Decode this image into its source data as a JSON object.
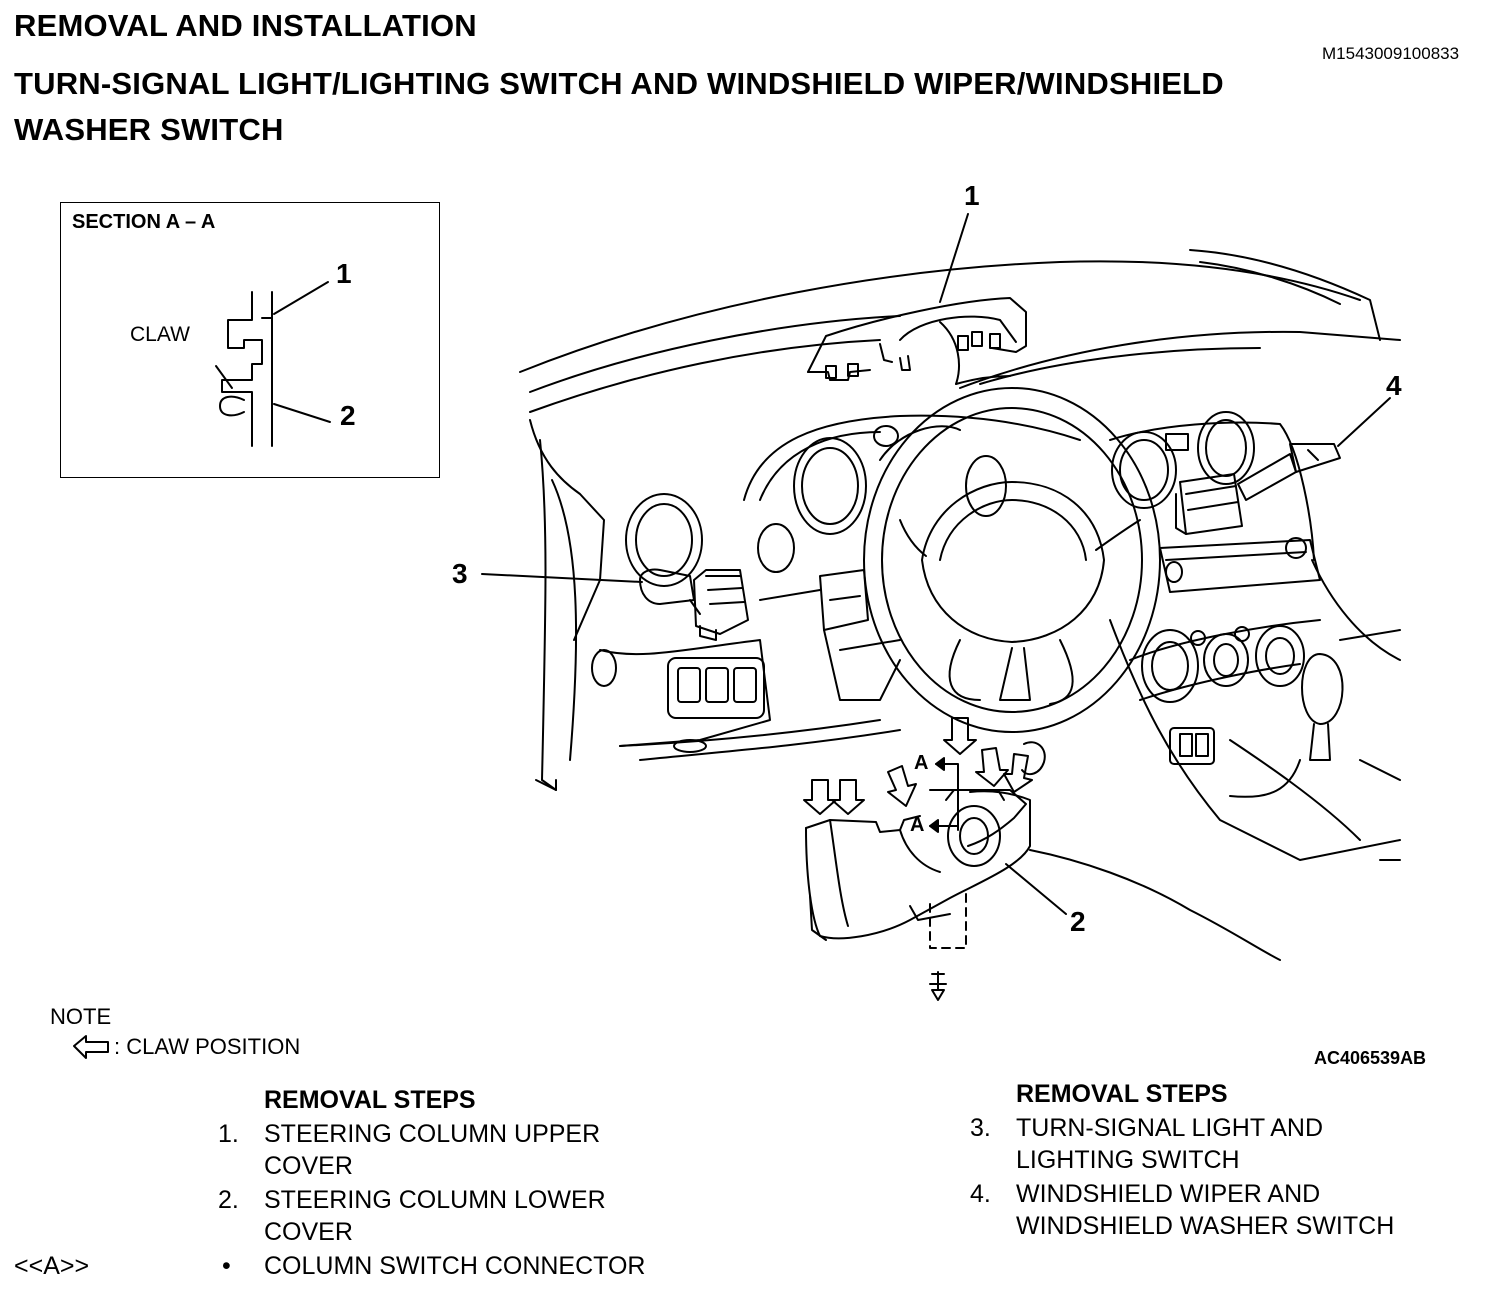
{
  "header": {
    "section_title": "REMOVAL AND INSTALLATION",
    "doc_code": "M1543009100833",
    "title_line1": "TURN-SIGNAL LIGHT/LIGHTING SWITCH AND WINDSHIELD WIPER/WINDSHIELD",
    "title_line2": "WASHER SWITCH"
  },
  "inset": {
    "title": "SECTION A – A",
    "claw_label": "CLAW",
    "callout_1": "1",
    "callout_2": "2"
  },
  "diagram": {
    "callout_1": "1",
    "callout_2": "2",
    "callout_3": "3",
    "callout_4": "4",
    "section_mark_1": "A",
    "section_mark_2": "A",
    "figure_code": "AC406539AB"
  },
  "note": {
    "title": "NOTE",
    "legend_text": ": CLAW POSITION"
  },
  "steps_left": {
    "heading": "REMOVAL STEPS",
    "items": [
      {
        "marker": "1.",
        "line1": "STEERING COLUMN UPPER",
        "line2": "COVER"
      },
      {
        "marker": "2.",
        "line1": "STEERING COLUMN LOWER",
        "line2": "COVER"
      },
      {
        "marker": "•",
        "line1": "COLUMN SWITCH CONNECTOR",
        "prefix": "<<A>>"
      }
    ]
  },
  "steps_right": {
    "heading": "REMOVAL STEPS",
    "items": [
      {
        "marker": "3.",
        "line1": "TURN-SIGNAL LIGHT AND",
        "line2": "LIGHTING SWITCH"
      },
      {
        "marker": "4.",
        "line1": "WINDSHIELD WIPER AND",
        "line2": "WINDSHIELD WASHER SWITCH"
      }
    ]
  }
}
